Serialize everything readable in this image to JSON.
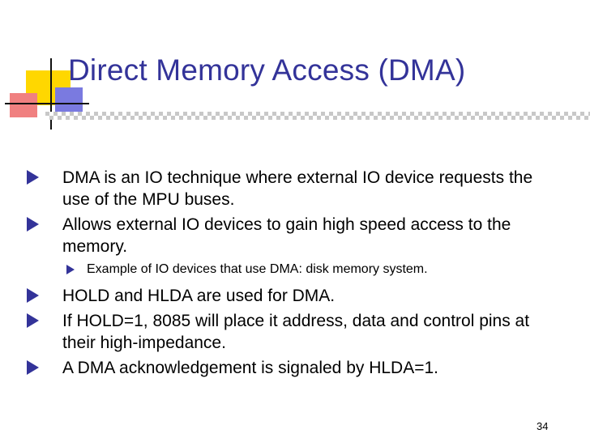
{
  "slide": {
    "title": "Direct Memory Access (DMA)",
    "page_number": "34",
    "colors": {
      "title": "#333399",
      "bullet": "#333399",
      "accent_yellow": "#FFD700",
      "accent_blue": "#6B6BD6",
      "accent_pink": "#F08080"
    },
    "bullet_icon": "triangle-right-icon"
  },
  "bullets": [
    {
      "text": "DMA is an IO technique where external IO device requests the use of the MPU buses."
    },
    {
      "text": "Allows external IO devices to gain high speed access to the memory."
    },
    {
      "text": "Example of IO devices that use DMA: disk memory system."
    },
    {
      "text": "HOLD and HLDA are used for DMA."
    },
    {
      "text": "If HOLD=1, 8085 will place it address, data and control pins at their high-impedance."
    },
    {
      "text": "A DMA acknowledgement is signaled by HLDA=1."
    }
  ]
}
